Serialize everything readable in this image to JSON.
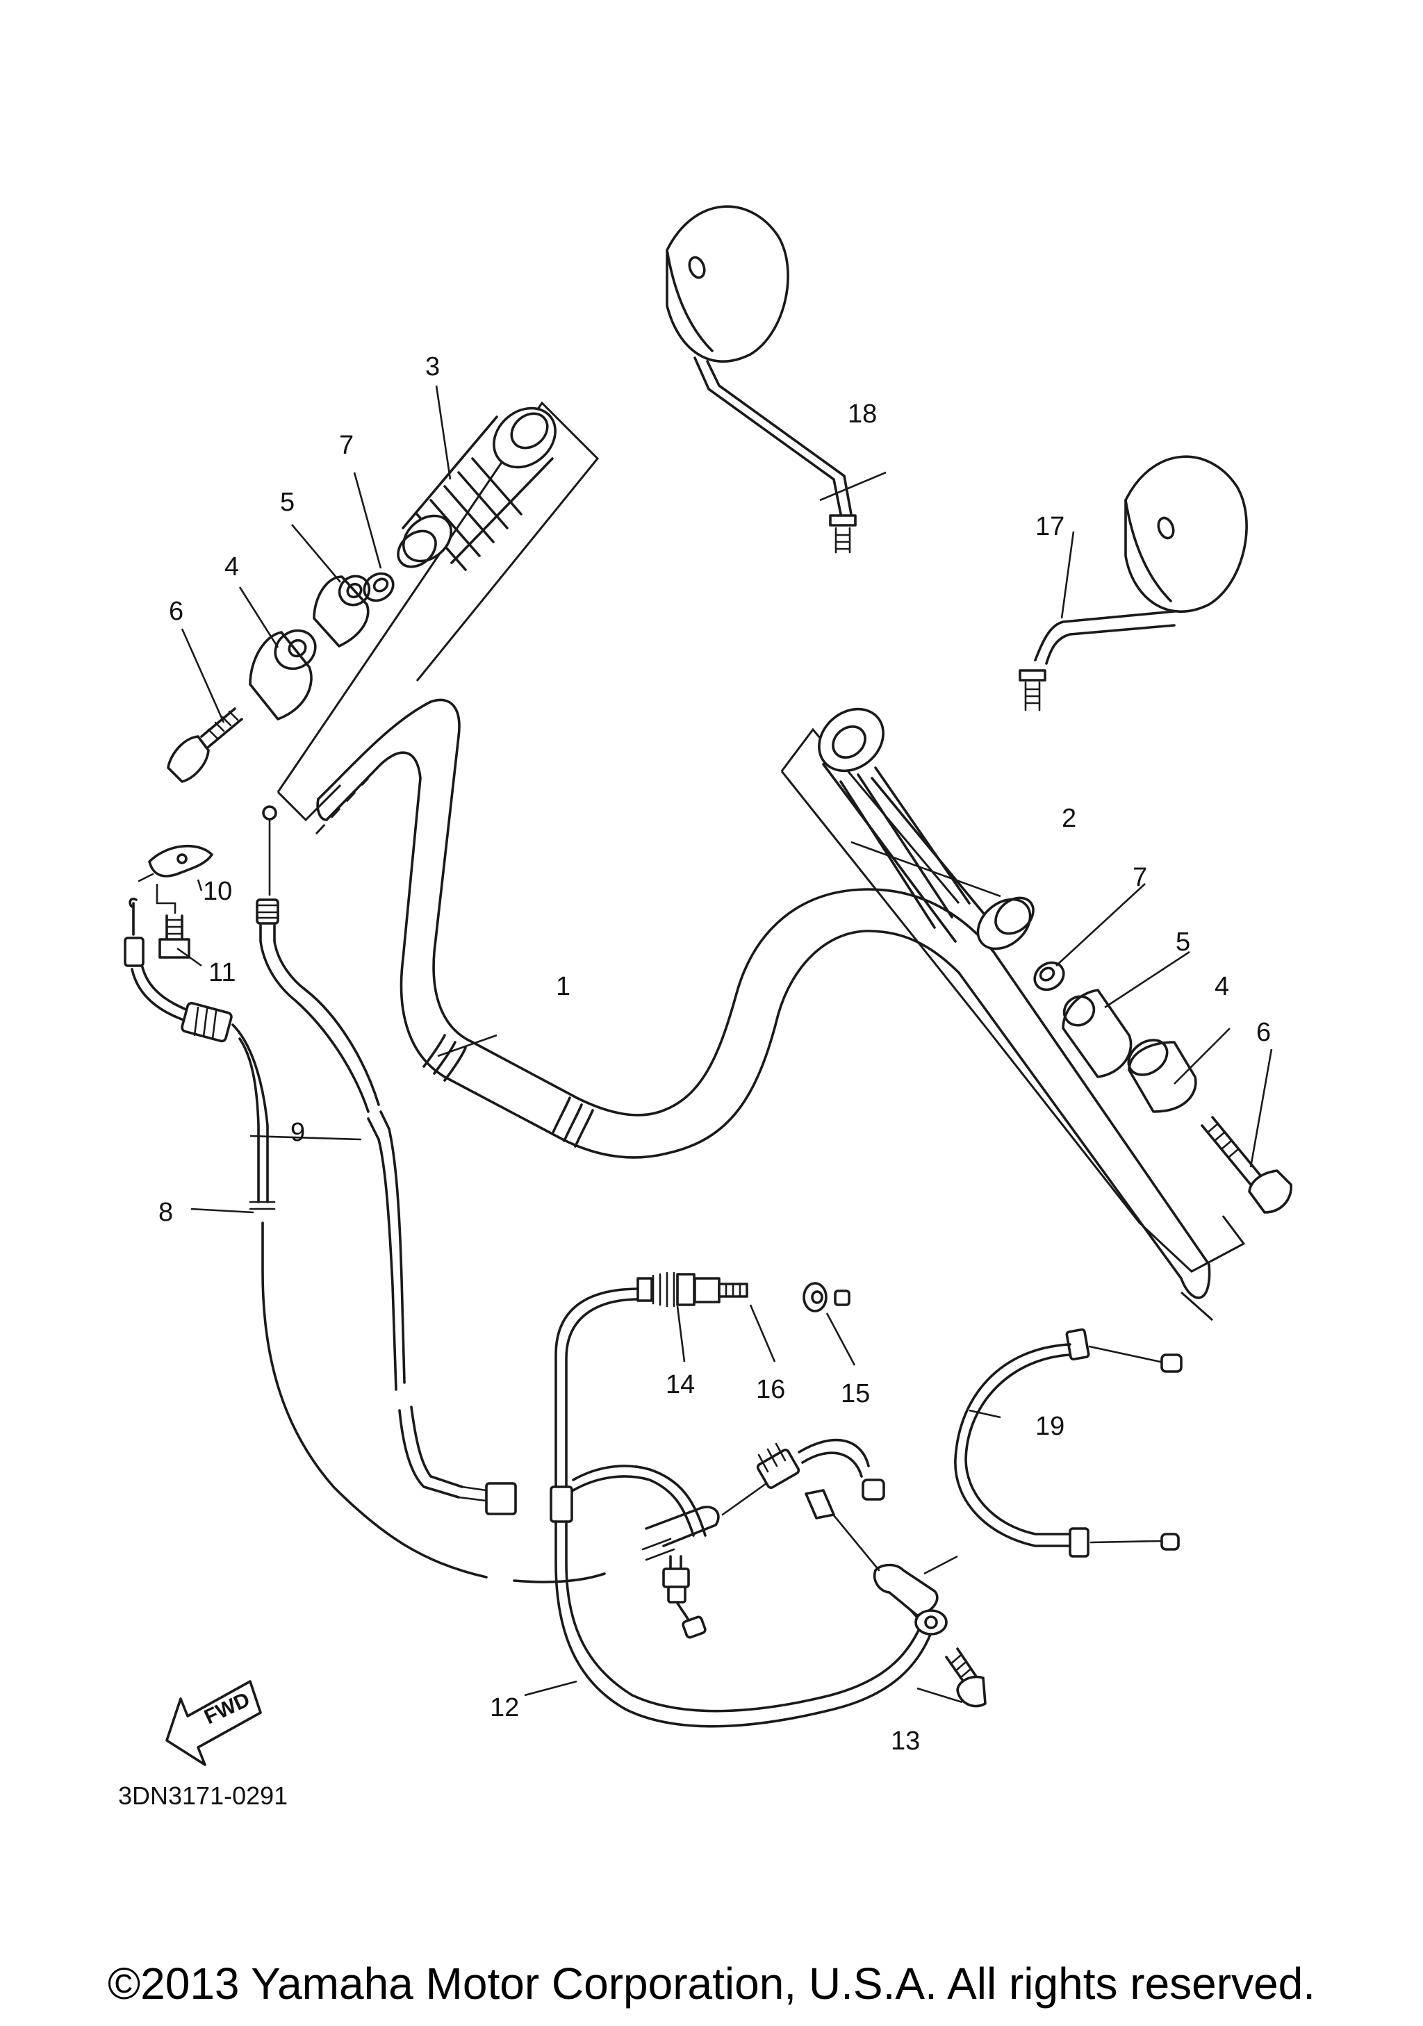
{
  "callouts": [
    "1",
    "2",
    "3",
    "4",
    "5",
    "6",
    "7",
    "8",
    "9",
    "10",
    "11",
    "12",
    "13",
    "14",
    "15",
    "16",
    "17",
    "18",
    "19"
  ],
  "repeat_callouts": {
    "p4": "4",
    "p5": "5",
    "p6": "6",
    "p7": "7"
  },
  "fwd_label": "FWD",
  "diagram_code": "3DN3171-0291",
  "copyright": "©2013 Yamaha Motor Corporation, U.S.A. All rights reserved."
}
